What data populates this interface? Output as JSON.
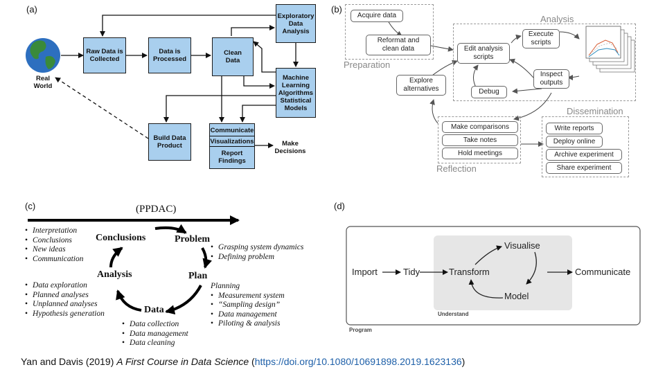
{
  "panels": {
    "a": {
      "label": "(a)",
      "world_label": "Real\nWorld",
      "raw_data": "Raw Data is\nCollected",
      "processed": "Data is\nProcessed",
      "clean": "Clean\nData",
      "eda": "Exploratory\nData\nAnalysis",
      "ml": "Machine\nLearning\nAlgorithms\nStatistical\nModels",
      "build": "Build Data\nProduct",
      "communicate": "Communicate",
      "visualizations": "Visualizations",
      "report": "Report\nFindings",
      "decisions": "Make\nDecisions"
    },
    "b": {
      "label": "(b)",
      "preparation": "Preparation",
      "analysis": "Analysis",
      "dissemination": "Dissemination",
      "reflection": "Reflection",
      "acquire": "Acquire data",
      "reformat": "Reformat and\nclean data",
      "edit": "Edit analysis\nscripts",
      "execute": "Execute\nscripts",
      "inspect": "Inspect\noutputs",
      "debug": "Debug",
      "explore": "Explore\nalternatives",
      "comparisons": "Make comparisons",
      "notes": "Take notes",
      "meetings": "Hold meetings",
      "write": "Write reports",
      "deploy": "Deploy online",
      "archive": "Archive experiment",
      "share": "Share experiment"
    },
    "c": {
      "label": "(c)",
      "title": "(PPDAC)",
      "conclusions": "Conclusions",
      "problem": "Problem",
      "plan": "Plan",
      "data": "Data",
      "analysis": "Analysis",
      "list_conclusions": [
        "Interpretation",
        "Conclusions",
        "New ideas",
        "Communication"
      ],
      "list_problem": [
        "Grasping system dynamics",
        "Defining problem"
      ],
      "list_plan_head": "Planning",
      "list_plan": [
        "Measurement system",
        "“Sampling design”",
        "Data management",
        "Piloting & analysis"
      ],
      "list_data": [
        "Data collection",
        "Data management",
        "Data cleaning"
      ],
      "list_analysis": [
        "Data exploration",
        "Planned analyses",
        "Unplanned analyses",
        "Hypothesis generation"
      ]
    },
    "d": {
      "label": "(d)",
      "import": "Import",
      "tidy": "Tidy",
      "transform": "Transform",
      "visualise": "Visualise",
      "model": "Model",
      "communicate": "Communicate",
      "understand": "Understand",
      "program": "Program"
    }
  },
  "caption": {
    "authors": "Yan and Davis (2019) ",
    "title": "A First Course in Data Science",
    "open": " (",
    "link": "https://doi.org/10.1080/10691898.2019.1623136",
    "close": ")"
  },
  "colors": {
    "box_fill": "#a9cfee",
    "link": "#1d5fa8",
    "grey_panel": "#e6e6e6"
  }
}
